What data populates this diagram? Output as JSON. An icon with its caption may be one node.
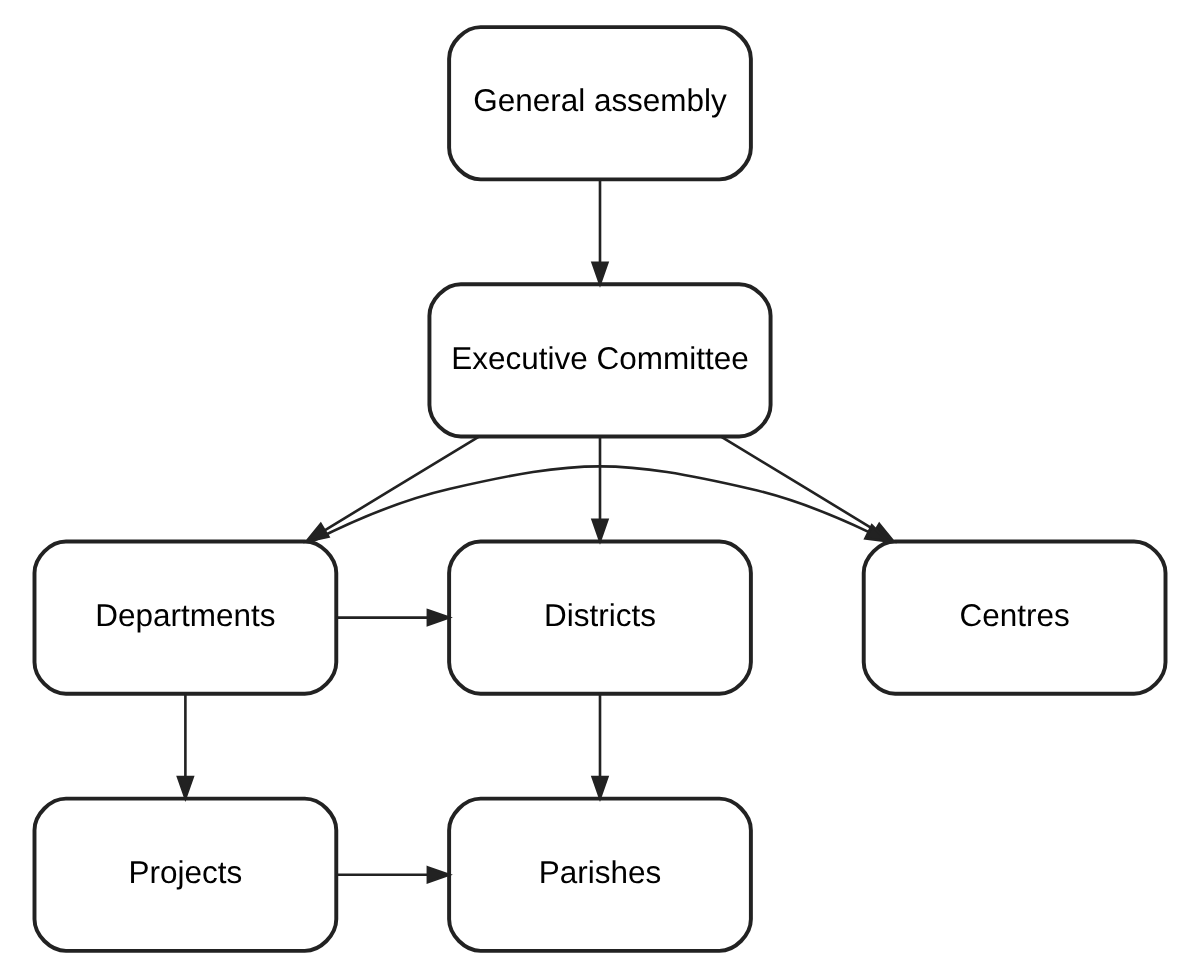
{
  "diagram": {
    "nodes": [
      {
        "text": [
          "General assembly"
        ]
      },
      {
        "text": [
          "Executive Committee"
        ]
      },
      {
        "text": [
          "Centres"
        ]
      },
      {
        "text": [
          "Departments"
        ]
      },
      {
        "text": [
          "Districts"
        ]
      },
      {
        "text": [
          "Projects"
        ]
      },
      {
        "text": [
          "Parishes"
        ]
      }
    ],
    "edges": [
      {
        "from": 0,
        "to": 1,
        "arrow": "to"
      },
      {
        "from": 1,
        "to": 2,
        "arrow": "to"
      },
      {
        "from": 1,
        "to": 3,
        "arrow": "to"
      },
      {
        "from": 1,
        "to": 4,
        "arrow": "to"
      },
      {
        "from": 3,
        "to": 2,
        "arrow": "to"
      },
      {
        "from": 3,
        "to": 4,
        "arrow": "to"
      },
      {
        "from": 3,
        "to": 5,
        "arrow": "to"
      },
      {
        "from": 4,
        "to": 6,
        "arrow": "to"
      },
      {
        "from": 5,
        "to": 6,
        "arrow": "to"
      }
    ]
  }
}
